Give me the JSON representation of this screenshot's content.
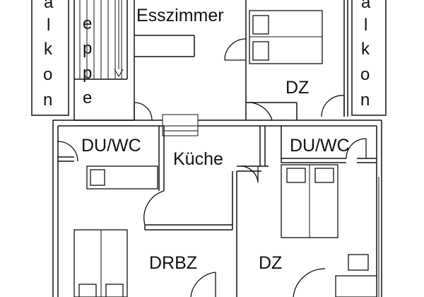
{
  "rooms": {
    "esszimmer": "Esszimmer",
    "dz_top": "DZ",
    "du_wc_left": "DU/WC",
    "du_wc_right": "DU/WC",
    "kueche": "Küche",
    "drbz": "DRBZ",
    "dz_bottom": "DZ"
  },
  "balkon_left": [
    "a",
    "l",
    "k",
    "o",
    "n"
  ],
  "treppe": [
    "e",
    "p",
    "p",
    "e"
  ],
  "balkon_right": [
    "a",
    "l",
    "k",
    "o",
    "n"
  ]
}
